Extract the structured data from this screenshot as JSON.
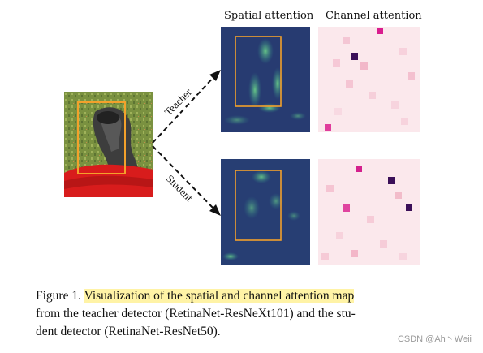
{
  "figure": {
    "col_headers": {
      "spatial": "Spatial attention",
      "channel": "Channel attention"
    },
    "branches": {
      "teacher": "Teacher",
      "student": "Student"
    },
    "caption": {
      "label": "Figure 1.",
      "highlight": "Visualization of the spatial and channel attention map",
      "rest_line2": "from the teacher detector (RetinaNet-ResNeXt101) and the stu-",
      "rest_line3": "dent detector (RetinaNet-ResNet50)."
    },
    "colors": {
      "box_orange": "#f3a12b",
      "spatial_dark": "#26306a",
      "spatial_glow": "#6ed48a",
      "channel_bg": "#fbe3e8",
      "channel_mid": "#e75fae",
      "channel_dark": "#3b0f58",
      "skirt_red": "#d81c1c",
      "grass_green": "#6b8a3a"
    }
  },
  "watermark": "CSDN @Ah丶Weii"
}
